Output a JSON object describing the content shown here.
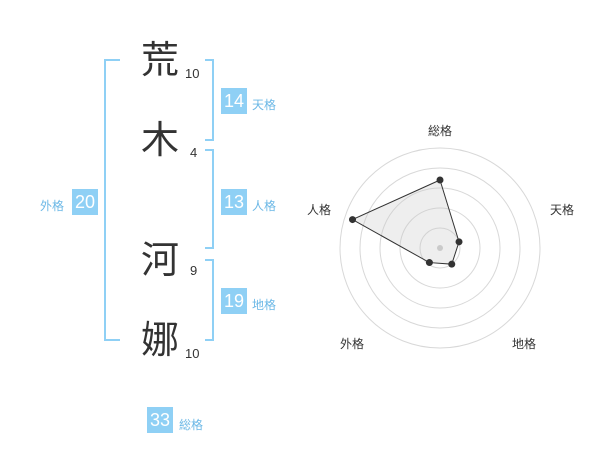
{
  "name": {
    "chars": [
      {
        "char": "荒",
        "strokes": "10"
      },
      {
        "char": "木",
        "strokes": "4"
      },
      {
        "char": "河",
        "strokes": "9"
      },
      {
        "char": "娜",
        "strokes": "10"
      }
    ]
  },
  "fortunes": {
    "tenkaku": {
      "value": "14",
      "label": "天格"
    },
    "jinkaku": {
      "value": "13",
      "label": "人格"
    },
    "chikaku": {
      "value": "19",
      "label": "地格"
    },
    "gaikaku": {
      "value": "20",
      "label": "外格"
    },
    "soukaku": {
      "value": "33",
      "label": "総格"
    }
  },
  "radar": {
    "axes": [
      "総格",
      "天格",
      "地格",
      "外格",
      "人格"
    ],
    "values": [
      3.4,
      1.0,
      1.0,
      0.9,
      4.6
    ],
    "max": 5
  },
  "colors": {
    "accent": "#8fd0f5",
    "accent_text": "#6cb8e6"
  }
}
